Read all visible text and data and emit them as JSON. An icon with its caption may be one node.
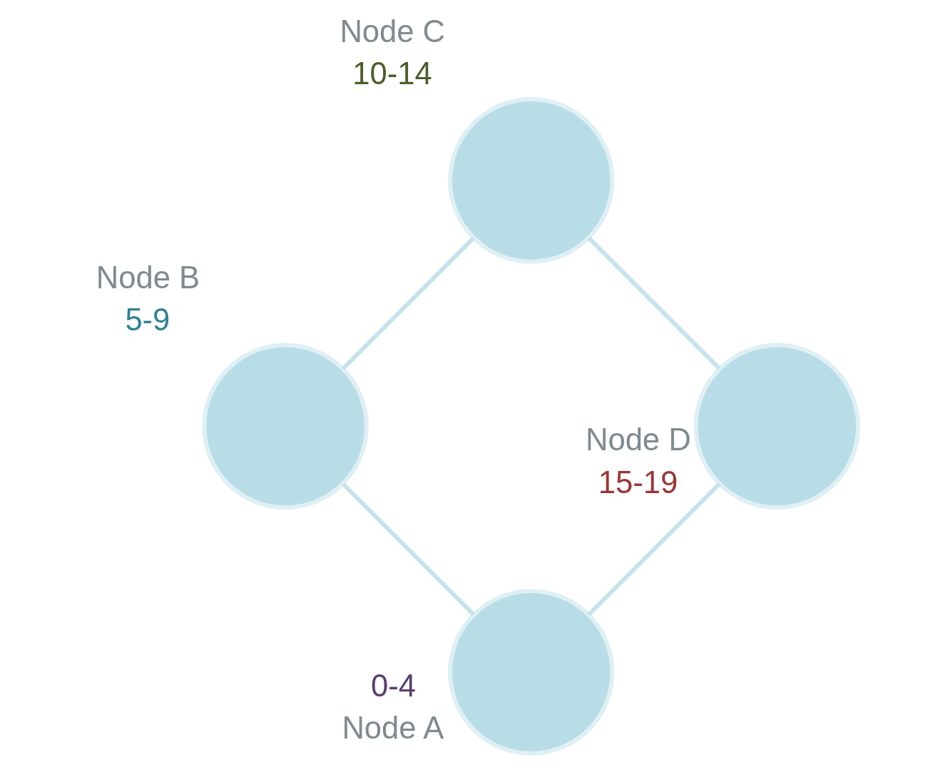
{
  "diagram": {
    "nodes": [
      {
        "text": [],
        "shape": "circle",
        "beside": [
          "0-4",
          "Node A"
        ]
      },
      {
        "text": [],
        "shape": "circle",
        "beside": [
          "Node B",
          "5-9"
        ]
      },
      {
        "text": [],
        "shape": "circle",
        "beside": [
          "Node C",
          "10-14"
        ]
      },
      {
        "text": [],
        "shape": "circle",
        "beside": [
          "Node D",
          "15-19"
        ]
      }
    ],
    "edges": [
      {
        "from": 0,
        "to": 1,
        "arrow": "none"
      },
      {
        "from": 1,
        "to": 2,
        "arrow": "none"
      },
      {
        "from": 2,
        "to": 3,
        "arrow": "none"
      },
      {
        "from": 3,
        "to": 0,
        "arrow": "none"
      }
    ]
  }
}
